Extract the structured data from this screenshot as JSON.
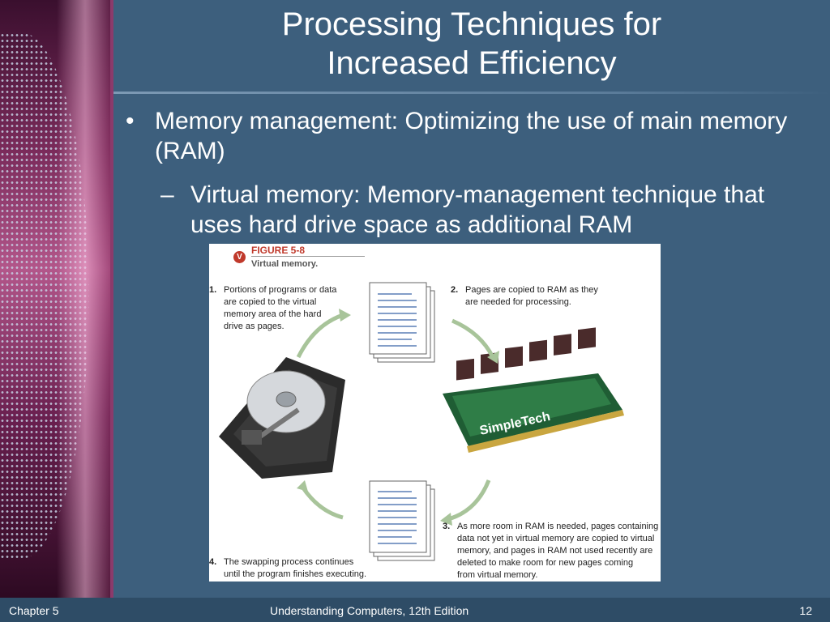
{
  "slide": {
    "title_line1": "Processing Techniques for",
    "title_line2": "Increased Efficiency",
    "bullet1": {
      "marker": "•",
      "text": "Memory management: Optimizing the use of main memory (RAM)"
    },
    "bullet2": {
      "marker": "–",
      "text": "Virtual memory: Memory-management technique that uses hard drive space as additional RAM"
    }
  },
  "figure": {
    "label": "FIGURE 5-8",
    "caption": "Virtual memory.",
    "logo": "V",
    "steps": [
      {
        "num": "1.",
        "lines": [
          "Portions of programs or data",
          "are copied to the virtual",
          "memory area of the hard",
          "drive as pages."
        ]
      },
      {
        "num": "2.",
        "lines": [
          "Pages are copied to RAM as they",
          "are needed for processing."
        ]
      },
      {
        "num": "3.",
        "lines": [
          "As more room in RAM is needed, pages containing",
          "data not yet in virtual memory are copied to virtual",
          "memory, and pages in RAM not used recently are",
          "deleted to make room for new pages coming",
          "from virtual memory."
        ]
      },
      {
        "num": "4.",
        "lines": [
          "The swapping process continues",
          "until the program finishes executing."
        ]
      }
    ],
    "ram_brand": "SimpleTech"
  },
  "footer": {
    "left": "Chapter 5",
    "center": "Understanding Computers, 12th Edition",
    "right": "12"
  },
  "colors": {
    "background": "#3d5f7d",
    "footer": "#2e4c66",
    "figure_label": "#c0392b",
    "arrows": "#a8c49a"
  }
}
